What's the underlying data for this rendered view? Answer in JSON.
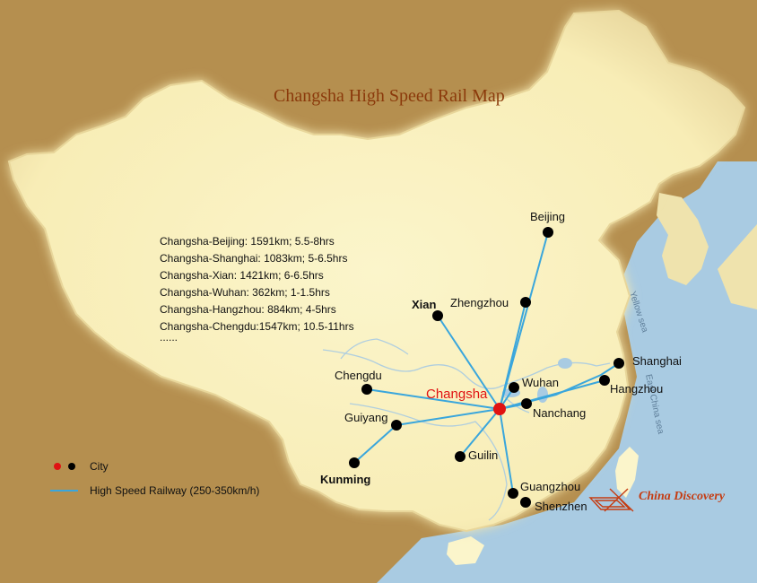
{
  "title": "Changsha High Speed Rail Map",
  "hub": {
    "name": "Changsha"
  },
  "cities": [
    {
      "id": "beijing",
      "name": "Beijing"
    },
    {
      "id": "zhengzhou",
      "name": "Zhengzhou"
    },
    {
      "id": "xian",
      "name": "Xian"
    },
    {
      "id": "shanghai",
      "name": "Shanghai"
    },
    {
      "id": "hangzhou",
      "name": "Hangzhou"
    },
    {
      "id": "wuhan",
      "name": "Wuhan"
    },
    {
      "id": "nanchang",
      "name": "Nanchang"
    },
    {
      "id": "chengdu",
      "name": "Chengdu"
    },
    {
      "id": "guiyang",
      "name": "Guiyang"
    },
    {
      "id": "kunming",
      "name": "Kunming"
    },
    {
      "id": "guilin",
      "name": "Guilin"
    },
    {
      "id": "guangzhou",
      "name": "Guangzhou"
    },
    {
      "id": "shenzhen",
      "name": "Shenzhen"
    }
  ],
  "routes_info": [
    "Changsha-Beijing: 1591km; 5.5-8hrs",
    "Changsha-Shanghai: 1083km; 5-6.5hrs",
    "Changsha-Xian: 1421km; 6-6.5hrs",
    "Changsha-Wuhan: 362km; 1-1.5hrs",
    "Changsha-Hangzhou: 884km; 4-5hrs",
    "Changsha-Chengdu:1547km; 10.5-11hrs",
    "......"
  ],
  "seas": {
    "yellow_sea": "Yellow sea",
    "east_china_sea": "East China sea"
  },
  "legend": {
    "city": "City",
    "railway": "High Speed Railway (250-350km/h)"
  },
  "brand": "China Discovery",
  "colors": {
    "land": "#fbf5cb",
    "outside_land": "#b58f4f",
    "sea": "#a9cbe2",
    "rail": "#3aa6dc",
    "hub": "#e01212",
    "city": "#000000",
    "title": "#8b3a0b"
  }
}
